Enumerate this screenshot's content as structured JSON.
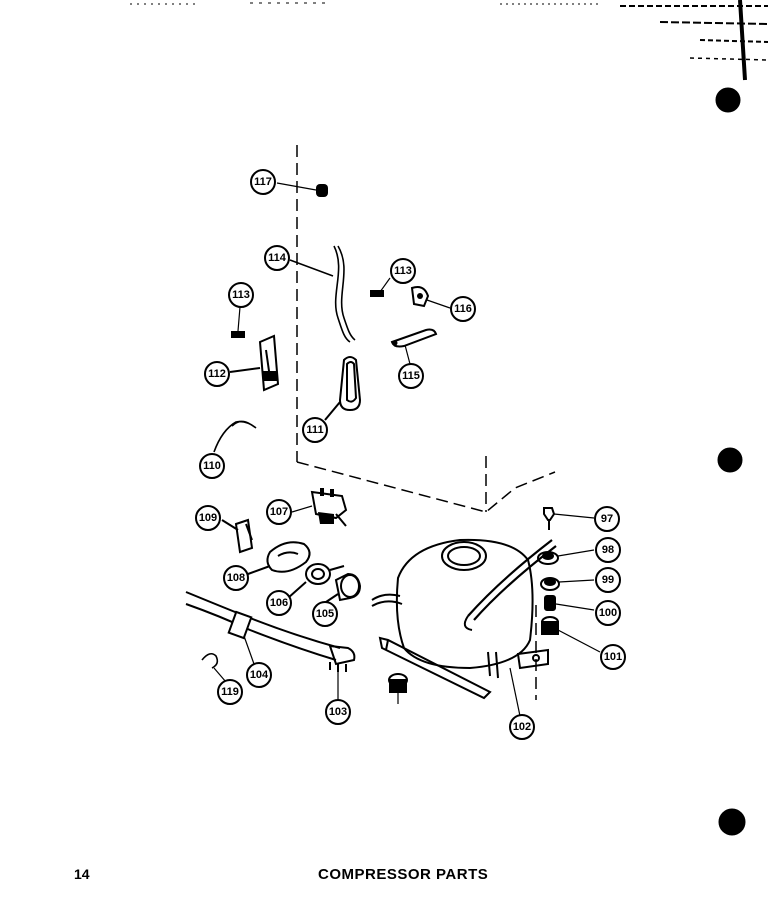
{
  "page": {
    "number": "14",
    "caption": "COMPRESSOR PARTS"
  },
  "callouts": {
    "c117": "117",
    "c114": "114",
    "c113a": "113",
    "c113b": "113",
    "c116": "116",
    "c112": "112",
    "c115": "115",
    "c111": "111",
    "c110": "110",
    "c109": "109",
    "c107": "107",
    "c108": "108",
    "c106": "106",
    "c105": "105",
    "c104": "104",
    "c119": "119",
    "c103": "103",
    "c102": "102",
    "c97": "97",
    "c98": "98",
    "c99": "99",
    "c100": "100",
    "c101": "101"
  }
}
